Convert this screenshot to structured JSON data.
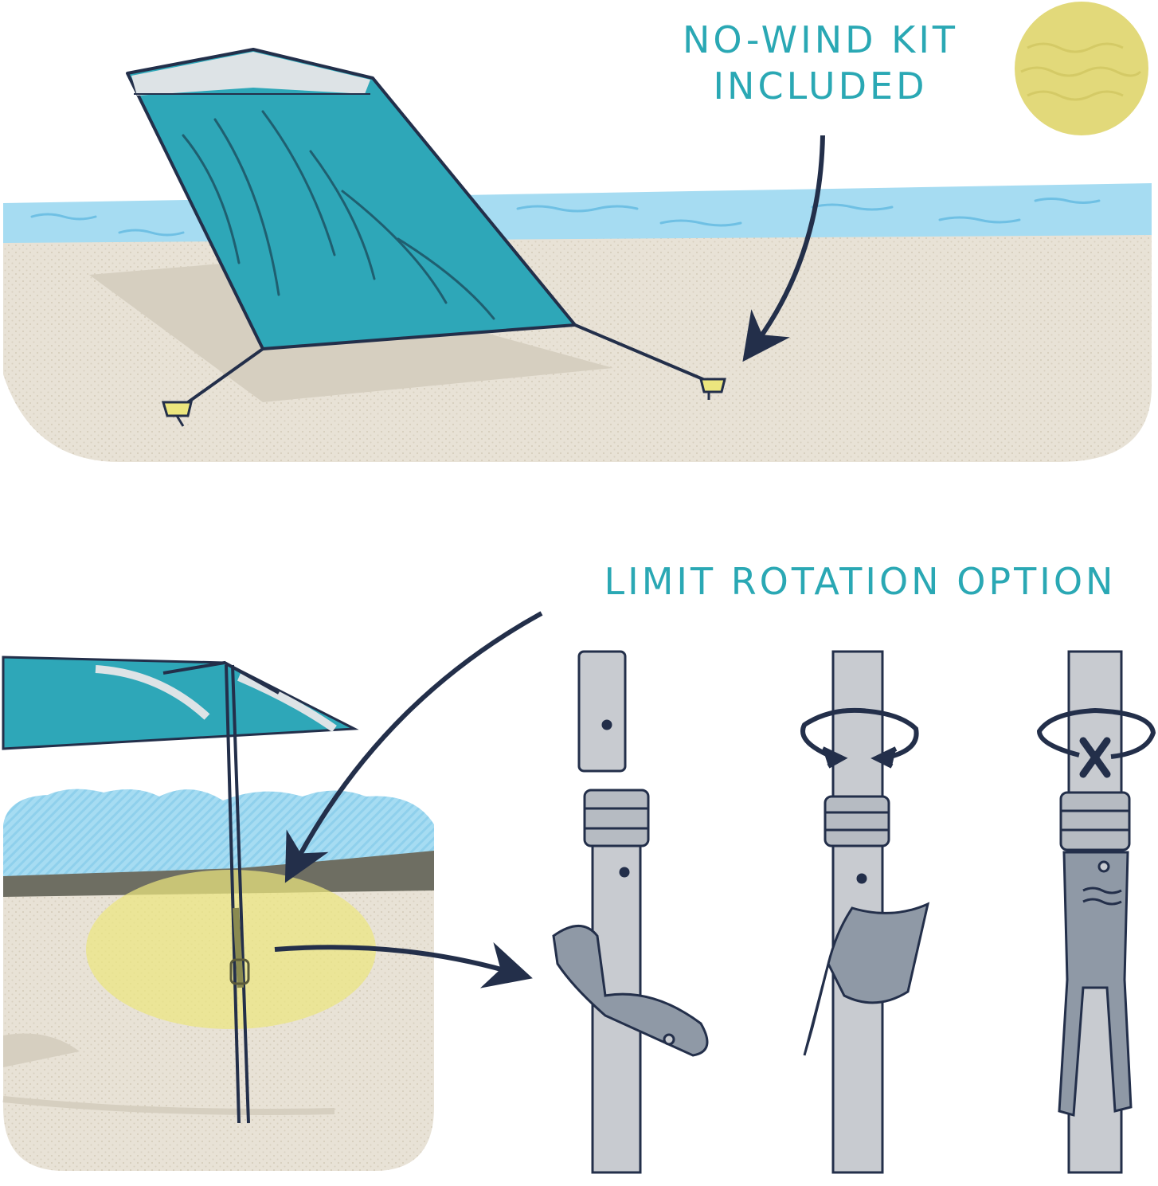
{
  "captions": {
    "no_wind_line1": "NO-WIND KIT",
    "no_wind_line2": "INCLUDED",
    "limit_rotation": "LIMIT ROTATION OPTION"
  },
  "colors": {
    "teal_text": "#2aa8b4",
    "canopy": "#2ea7b8",
    "sand": "#e8e2d6",
    "shadow": "#d6cfc0",
    "water": "#a6dcf2",
    "sun": "#e2d97a",
    "outline": "#232f4a",
    "pole": "#c8cbd0",
    "clamp": "#8f99a6",
    "highlight": "#ece67e"
  },
  "icons": [
    "sun-icon",
    "arrow-icon",
    "rotate-arrow-icon",
    "x-mark-icon"
  ]
}
